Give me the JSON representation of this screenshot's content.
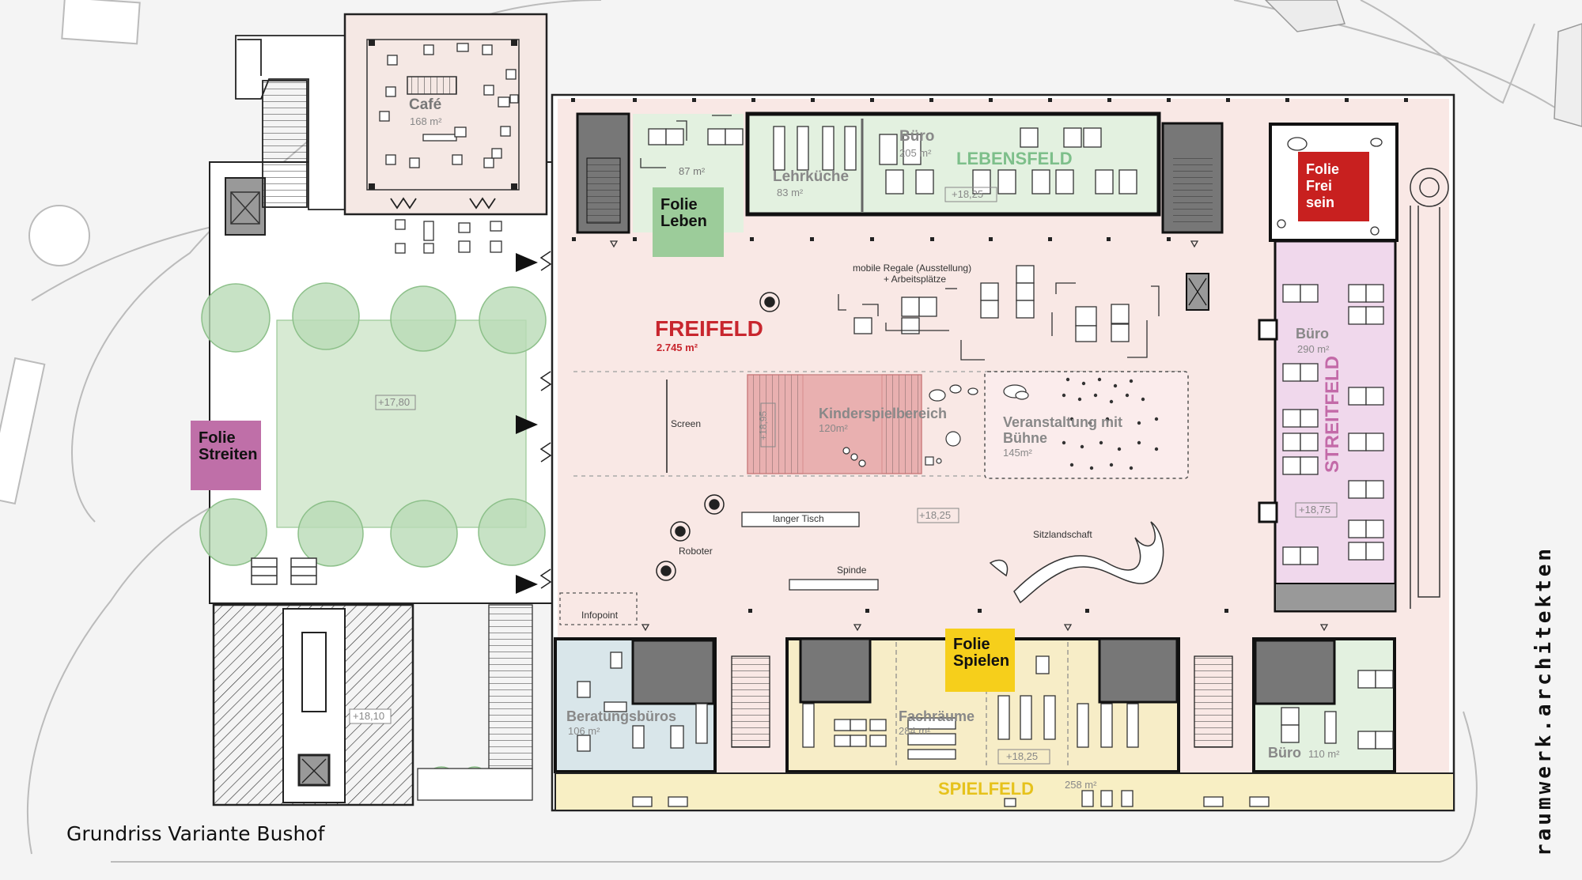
{
  "caption": "Grundriss Variante Bushof",
  "brand": "raumwerk.architekten",
  "rooms": {
    "cafe": {
      "name": "Café",
      "area": "168 m²"
    },
    "leben_area": "87 m²",
    "buero_top": {
      "name": "Büro",
      "area": "205 m²"
    },
    "lebensfeld": "LEBENSFELD",
    "lehrkueche": {
      "name": "Lehrküche",
      "area": "83 m²"
    },
    "freifeld": {
      "name": "FREIFELD",
      "area": "2.745 m²"
    },
    "mobile_regale": "mobile Regale (Ausstellung)",
    "arbeitsplaetze": "+ Arbeitsplätze",
    "screen": "Screen",
    "kinderspiel": {
      "name": "Kinderspielbereich",
      "area": "120m²"
    },
    "veranstaltung": {
      "line1": "Veranstaltung mit",
      "line2": "Bühne",
      "area": "145m²"
    },
    "langer_tisch": "langer Tisch",
    "roboter": "Roboter",
    "spinde": "Spinde",
    "sitzlandschaft": "Sitzlandschaft",
    "infopoint": "Infopoint",
    "beratung": {
      "name": "Beratungsbüros",
      "area": "106 m²"
    },
    "fachraeume": {
      "name": "Fachräume",
      "area": "284 m²"
    },
    "buero_bottom": {
      "name": "Büro",
      "area": "110 m²"
    },
    "spielfeld": {
      "name": "SPIELFELD",
      "area": "258 m²"
    },
    "buero_right": {
      "name": "Büro",
      "area": "290 m²"
    },
    "streitfeld": "STREITFELD"
  },
  "levels": {
    "terrace": "+17,80",
    "lebensfeld": "+18,25",
    "kinder": "+18,95",
    "center": "+18,25",
    "fach": "+18,25",
    "streit": "+18,75",
    "building": "+18,10"
  },
  "folien": {
    "leben": {
      "line1": "Folie",
      "line2": "Leben"
    },
    "frei": {
      "line1": "Folie",
      "line2": "Frei sein"
    },
    "streiten": {
      "line1": "Folie",
      "line2": "Streiten"
    },
    "spielen": {
      "line1": "Folie",
      "line2": "Spielen"
    }
  },
  "colors": {
    "freifeld": "#c8262e",
    "lebensfeld": "#7dbf8a",
    "streitfeld": "#c36aa8",
    "spielfeld": "#e6c21c",
    "folie_leben": "#9ccc9a",
    "folie_frei": "#c8201f",
    "folie_streiten": "#bf6fa8",
    "folie_spielen": "#f6cf1b"
  }
}
